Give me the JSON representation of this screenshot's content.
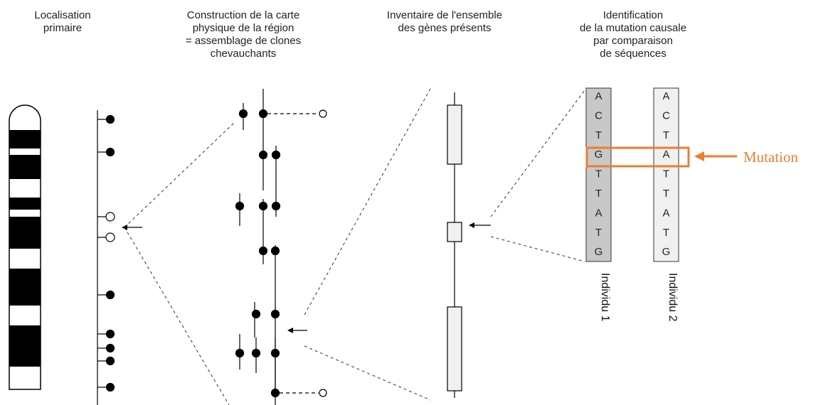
{
  "headings": {
    "step1": [
      "Localisation",
      "primaire"
    ],
    "step2": [
      "Construction de la carte",
      "physique de la région",
      "= assemblage de clones",
      "chevauchants"
    ],
    "step3": [
      "Inventaire de l'ensemble",
      "des gènes présents"
    ],
    "step4": [
      "Identification",
      "de la mutation causale",
      "par comparaison",
      "de séquences"
    ]
  },
  "sequences": {
    "individu1": {
      "label": "Individu 1",
      "bases": [
        "A",
        "C",
        "T",
        "G",
        "T",
        "T",
        "A",
        "T",
        "G"
      ],
      "fill": "#C8C8C8"
    },
    "individu2": {
      "label": "Individu 2",
      "bases": [
        "A",
        "C",
        "T",
        "A",
        "T",
        "T",
        "A",
        "T",
        "G"
      ],
      "fill": "#F0F0F0"
    }
  },
  "mutation": {
    "label": "Mutation",
    "row_index": 3,
    "color": "#ED7D31"
  },
  "colors": {
    "ink": "#000000",
    "line": "#333333"
  }
}
